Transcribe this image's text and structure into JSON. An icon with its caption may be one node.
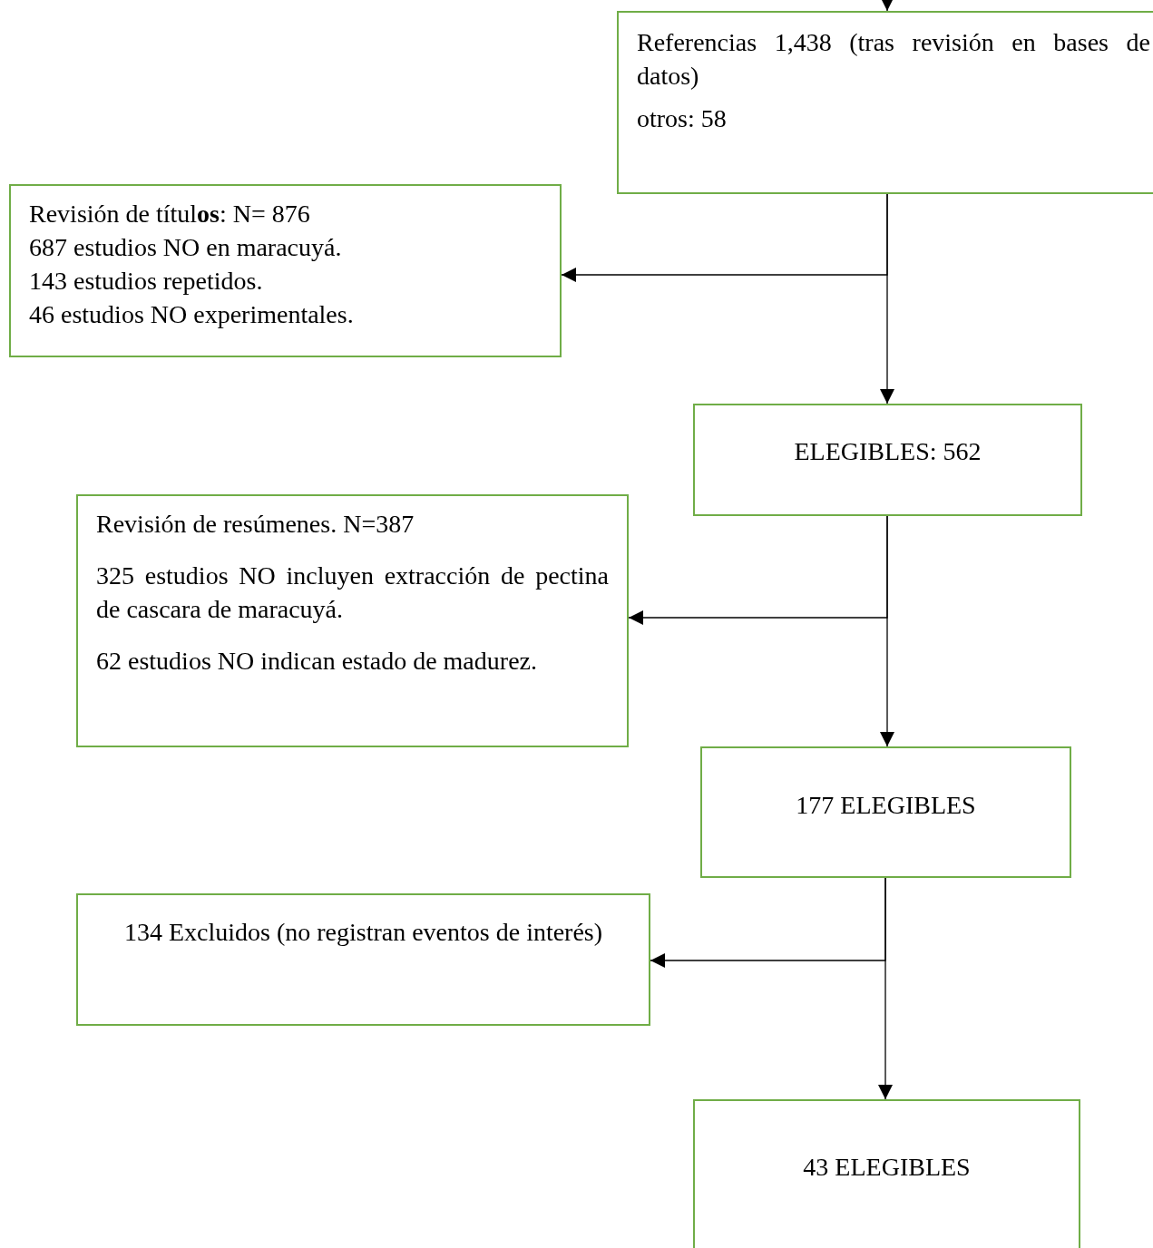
{
  "diagram": {
    "nodes": [
      {
        "text": [
          "Referencias 1,438 (tras revisión en bases de datos)",
          "otros: 58"
        ]
      },
      {
        "text": [
          "Revisión de títul**os**: N= 876",
          "687 estudios NO en maracuyá.",
          "143 estudios repetidos.",
          "46 estudios NO experimentales."
        ]
      },
      {
        "text": [
          "ELEGIBLES: 562"
        ]
      },
      {
        "text": [
          "Revisión de resúmenes. N=387",
          "325 estudios NO incluyen extracción de pectina de cascara de maracuyá.",
          "62 estudios NO indican estado de madurez."
        ]
      },
      {
        "text": [
          "177 ELEGIBLES"
        ]
      },
      {
        "text": [
          "134 Excluidos (no registran eventos de interés)"
        ]
      },
      {
        "text": [
          "43 ELEGIBLES"
        ]
      }
    ],
    "edges": [
      {
        "from": null,
        "to": 0,
        "arrow": "to"
      },
      {
        "from": 0,
        "to": 1,
        "arrow": "to"
      },
      {
        "from": 0,
        "to": 2,
        "arrow": "to"
      },
      {
        "from": 2,
        "to": 3,
        "arrow": "to"
      },
      {
        "from": 2,
        "to": 4,
        "arrow": "to"
      },
      {
        "from": 4,
        "to": 5,
        "arrow": "to"
      },
      {
        "from": 4,
        "to": 6,
        "arrow": "to"
      }
    ]
  }
}
